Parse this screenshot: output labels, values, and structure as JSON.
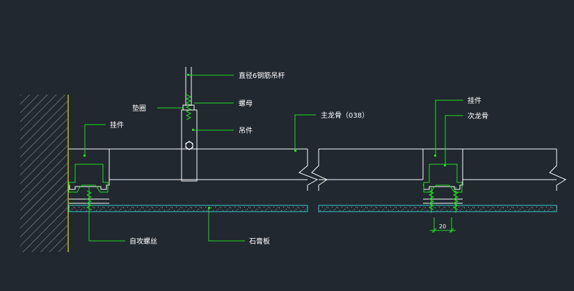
{
  "drawing": {
    "colors": {
      "background": "#212830",
      "structure": "#ffffff",
      "leader": "#22dd22",
      "board": "#33cccc",
      "wall_hatch": "#8a8f96",
      "wall_edge": "#e6e600",
      "dimension": "#22dd22"
    },
    "labels": {
      "hanger_rod": "直径6钢筋吊杆",
      "nut": "螺母",
      "washer": "垫圈",
      "hanger": "吊件",
      "clip_left": "挂件",
      "main_keel": "主龙骨（038）",
      "clip_right": "挂件",
      "secondary_keel": "次龙骨",
      "screw": "自攻螺丝",
      "gypsum_board": "石膏板"
    },
    "dimension": {
      "value": "20"
    }
  }
}
